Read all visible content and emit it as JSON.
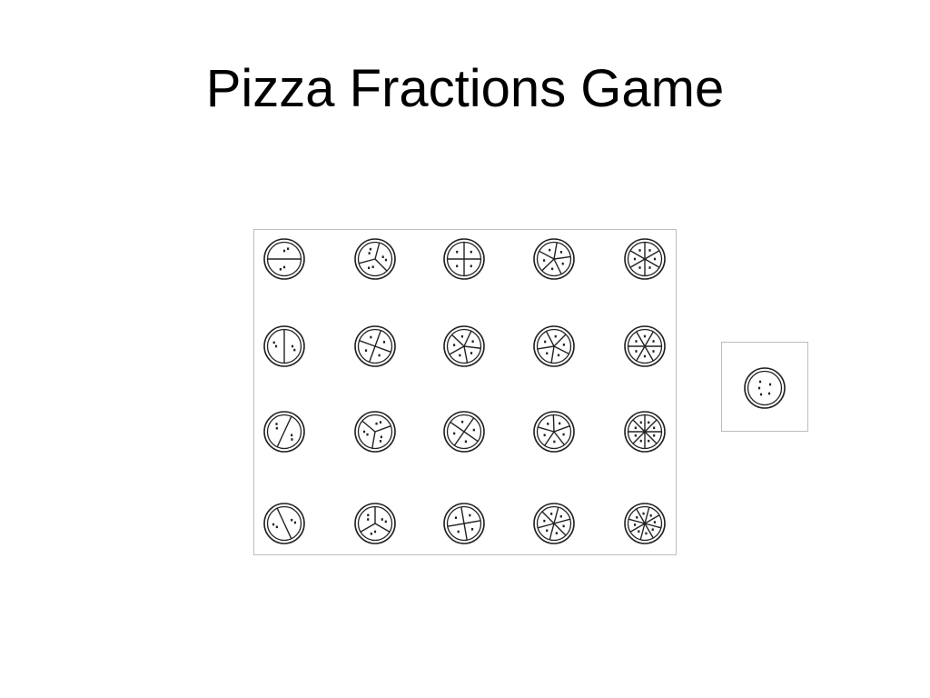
{
  "slide": {
    "title": "Pizza Fractions Game"
  },
  "board": {
    "rows": 4,
    "cols": 5,
    "pizzas": [
      {
        "row": 0,
        "col": 0,
        "slices": 2,
        "rotation": 90,
        "icon": "pizza-icon"
      },
      {
        "row": 0,
        "col": 1,
        "slices": 3,
        "rotation": 15,
        "icon": "pizza-icon"
      },
      {
        "row": 0,
        "col": 2,
        "slices": 4,
        "rotation": 0,
        "icon": "pizza-icon"
      },
      {
        "row": 0,
        "col": 3,
        "slices": 5,
        "rotation": 10,
        "icon": "pizza-icon"
      },
      {
        "row": 0,
        "col": 4,
        "slices": 6,
        "rotation": 0,
        "icon": "pizza-icon"
      },
      {
        "row": 1,
        "col": 0,
        "slices": 2,
        "rotation": 0,
        "icon": "pizza-icon"
      },
      {
        "row": 1,
        "col": 1,
        "slices": 4,
        "rotation": 20,
        "icon": "pizza-icon"
      },
      {
        "row": 1,
        "col": 2,
        "slices": 5,
        "rotation": 25,
        "icon": "pizza-icon"
      },
      {
        "row": 1,
        "col": 3,
        "slices": 5,
        "rotation": 45,
        "icon": "pizza-icon"
      },
      {
        "row": 1,
        "col": 4,
        "slices": 6,
        "rotation": 30,
        "icon": "pizza-icon"
      },
      {
        "row": 2,
        "col": 0,
        "slices": 2,
        "rotation": 25,
        "icon": "pizza-icon"
      },
      {
        "row": 2,
        "col": 1,
        "slices": 3,
        "rotation": 70,
        "icon": "pizza-icon"
      },
      {
        "row": 2,
        "col": 2,
        "slices": 4,
        "rotation": 35,
        "icon": "pizza-icon"
      },
      {
        "row": 2,
        "col": 3,
        "slices": 5,
        "rotation": 70,
        "icon": "pizza-icon"
      },
      {
        "row": 2,
        "col": 4,
        "slices": 8,
        "rotation": 0,
        "icon": "pizza-icon"
      },
      {
        "row": 3,
        "col": 0,
        "slices": 2,
        "rotation": 155,
        "icon": "pizza-icon"
      },
      {
        "row": 3,
        "col": 1,
        "slices": 3,
        "rotation": 0,
        "icon": "pizza-icon"
      },
      {
        "row": 3,
        "col": 2,
        "slices": 4,
        "rotation": 80,
        "icon": "pizza-icon"
      },
      {
        "row": 3,
        "col": 3,
        "slices": 6,
        "rotation": 15,
        "icon": "pizza-icon"
      },
      {
        "row": 3,
        "col": 4,
        "slices": 8,
        "rotation": 15,
        "icon": "pizza-icon"
      }
    ]
  },
  "draw_pile": {
    "slices": 1,
    "rotation": 0,
    "icon": "whole-pizza-icon"
  },
  "colors": {
    "stroke": "#222222",
    "frame": "#bdbdbd",
    "background": "#ffffff"
  }
}
